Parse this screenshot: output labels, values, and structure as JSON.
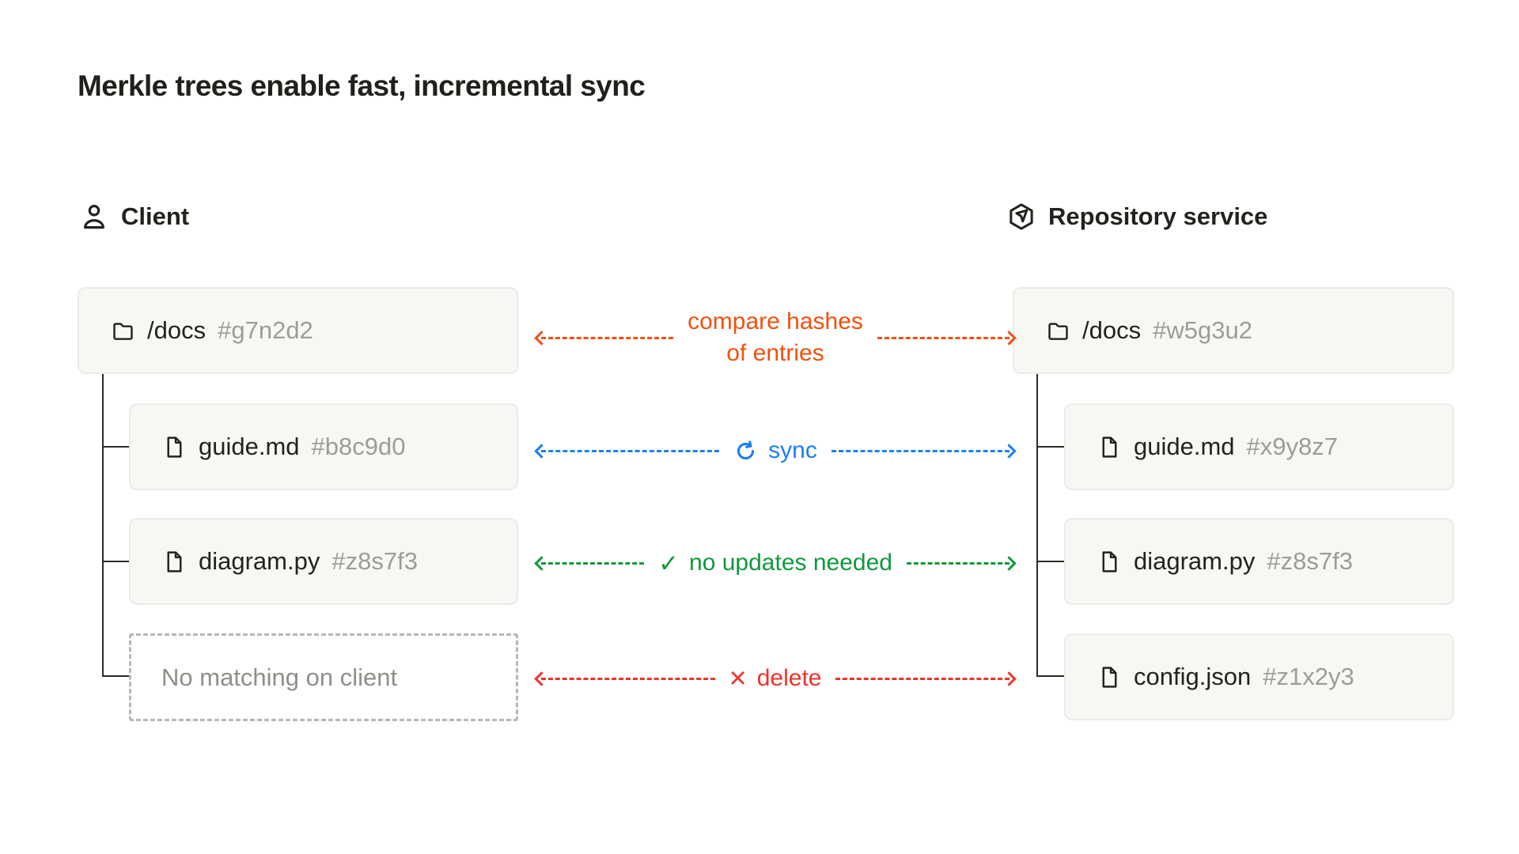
{
  "title": "Merkle trees enable fast, incremental sync",
  "client": {
    "label": "Client",
    "root": {
      "name": "/docs",
      "hash": "#g7n2d2"
    },
    "children": [
      {
        "name": "guide.md",
        "hash": "#b8c9d0"
      },
      {
        "name": "diagram.py",
        "hash": "#z8s7f3"
      },
      {
        "placeholder": "No matching on client"
      }
    ]
  },
  "repository": {
    "label": "Repository service",
    "root": {
      "name": "/docs",
      "hash": "#w5g3u2"
    },
    "children": [
      {
        "name": "guide.md",
        "hash": "#x9y8z7"
      },
      {
        "name": "diagram.py",
        "hash": "#z8s7f3"
      },
      {
        "name": "config.json",
        "hash": "#z1x2y3"
      }
    ]
  },
  "connections": {
    "compare": {
      "line1": "compare hashes",
      "line2": "of entries",
      "color": "#f2500f"
    },
    "sync": {
      "label": "sync",
      "color": "#1b80f2"
    },
    "no_updates": {
      "glyph": "✓",
      "label": "no updates needed",
      "color": "#0e9a3c"
    },
    "delete": {
      "glyph": "×",
      "label": "delete",
      "color": "#ee3329"
    }
  },
  "colors": {
    "background": "#ffffff",
    "dark_text": "#23231d",
    "hash_text": "#9d9d96",
    "muted_text": "#8f8f89",
    "box_bg": "#f7f7f4",
    "box_border": "#ebebe7",
    "dashed_border": "#b8b8b1",
    "tree_line": "#2b2b25"
  }
}
